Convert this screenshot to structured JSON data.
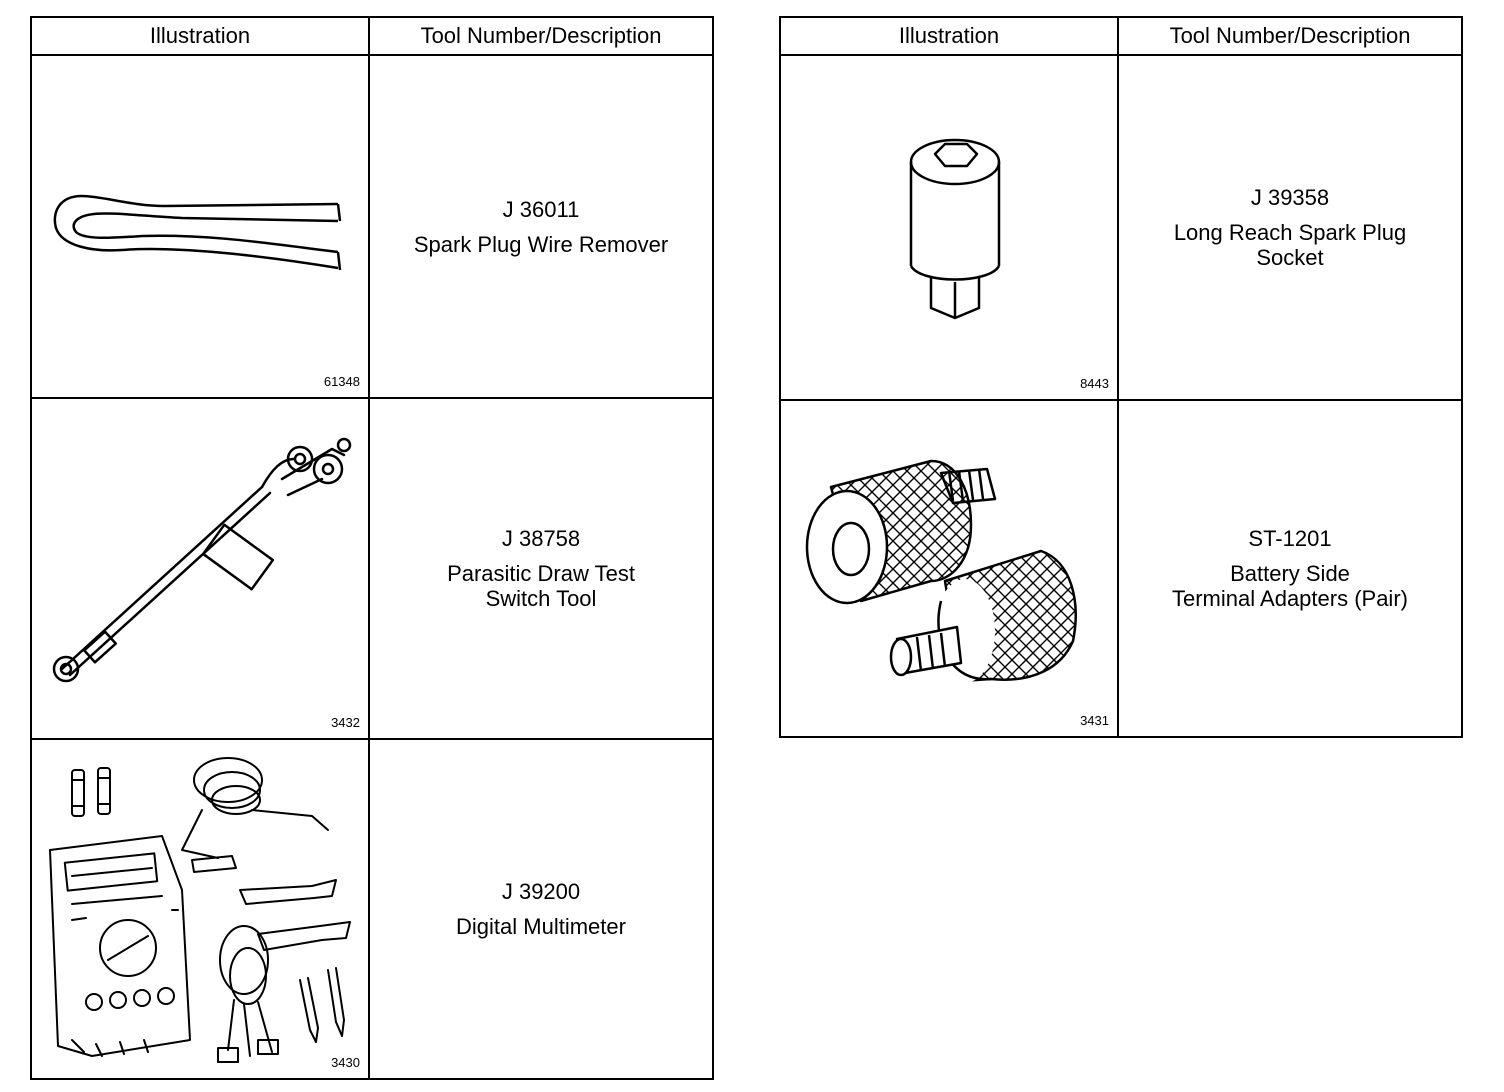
{
  "headers": {
    "illustration": "Illustration",
    "tool": "Tool Number/Description"
  },
  "left": [
    {
      "number": "J 36011",
      "line1": "Spark Plug Wire Remover",
      "line2": "",
      "figure": "61348",
      "icon": "spark-plug-wire-remover-icon"
    },
    {
      "number": "J 38758",
      "line1": "Parasitic Draw Test",
      "line2": "Switch Tool",
      "figure": "3432",
      "icon": "parasitic-draw-switch-icon"
    },
    {
      "number": "J 39200",
      "line1": "Digital Multimeter",
      "line2": "",
      "figure": "3430",
      "icon": "digital-multimeter-icon"
    }
  ],
  "right": [
    {
      "number": "J 39358",
      "line1": "Long Reach Spark Plug",
      "line2": "Socket",
      "figure": "8443",
      "icon": "spark-plug-socket-icon"
    },
    {
      "number": "ST-1201",
      "line1": "Battery Side",
      "line2": "Terminal Adapters (Pair)",
      "figure": "3431",
      "icon": "terminal-adapters-icon"
    }
  ]
}
